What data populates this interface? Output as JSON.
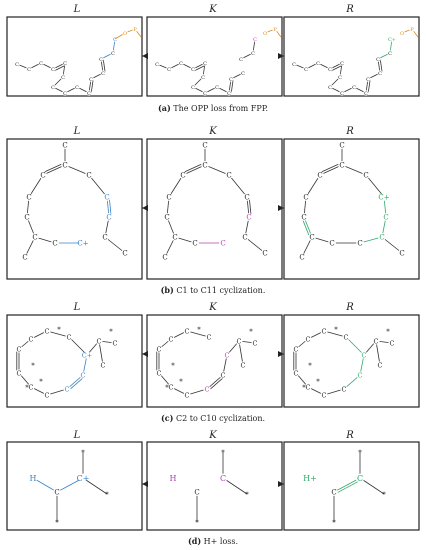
{
  "rules": [
    {
      "id": "a",
      "titles": [
        "L",
        "K",
        "R"
      ],
      "caption_tag": "(a)",
      "caption_text": "The OPP loss from FPP."
    },
    {
      "id": "b",
      "titles": [
        "L",
        "K",
        "R"
      ],
      "caption_tag": "(b)",
      "caption_text": "C1 to C11 cyclization."
    },
    {
      "id": "c",
      "titles": [
        "L",
        "K",
        "R"
      ],
      "caption_tag": "(c)",
      "caption_text": "C2 to C10 cyclization."
    },
    {
      "id": "d",
      "titles": [
        "L",
        "K",
        "R"
      ],
      "caption_tag": "(d)",
      "caption_text": "H+ loss."
    }
  ],
  "atoms": {
    "carbon": "C",
    "cation": "C+",
    "hydrogen": "H",
    "proton": "H+",
    "oxygen": "O",
    "phosphate": "P",
    "wildcard": "*"
  },
  "colors": {
    "L_highlight": "#3b82c4",
    "K_highlight": "#b040b0",
    "R_highlight": "#2eaa6a",
    "opp": "#e08a1e",
    "bond": "#333333"
  }
}
